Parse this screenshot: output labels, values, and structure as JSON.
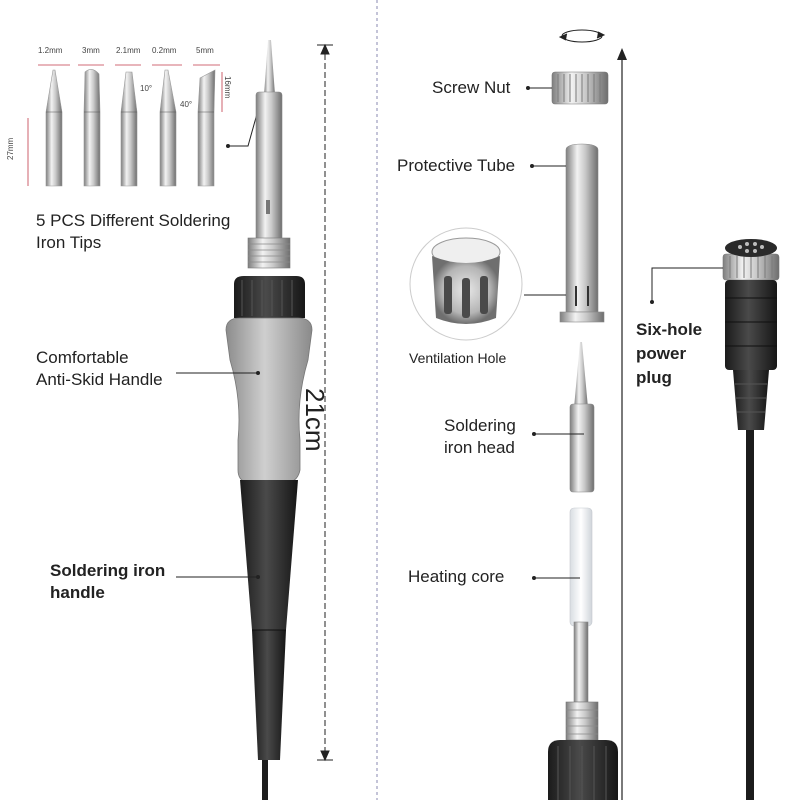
{
  "tips_panel": {
    "caption_line1": "5 PCS Different Soldering",
    "caption_line2": "Iron Tips",
    "tip_widths": [
      "1.2mm",
      "3mm",
      "2.1mm",
      "0.2mm",
      "5mm"
    ],
    "tip_length": "27mm",
    "tip_height": "16mm",
    "angle_small": "10°",
    "angle_large": "40°"
  },
  "left_labels": {
    "handle_grip_line1": "Comfortable",
    "handle_grip_line2": "Anti-Skid Handle",
    "handle_line1": "Soldering iron",
    "handle_line2": "handle",
    "length_dimension": "21cm"
  },
  "right_labels": {
    "screw_nut": "Screw Nut",
    "protective_tube": "Protective Tube",
    "ventilation_hole": "Ventilation Hole",
    "iron_head_line1": "Soldering",
    "iron_head_line2": "iron head",
    "heating_core": "Heating core",
    "plug_line1": "Six-hole",
    "plug_line2": "power",
    "plug_line3": "plug"
  },
  "colors": {
    "handle_grey": "#a8a8a8",
    "handle_black": "#2b2b2b",
    "metal": "#c8c8c8",
    "divider": "#8a8ab0"
  }
}
